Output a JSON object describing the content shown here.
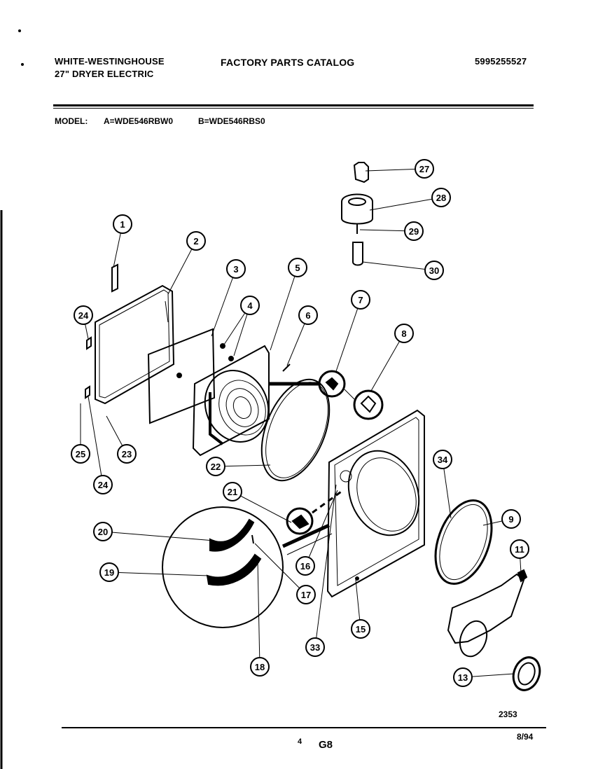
{
  "header": {
    "manufacturer": "WHITE-WESTINGHOUSE",
    "product": "27\" DRYER ELECTRIC",
    "catalog_title": "FACTORY PARTS CATALOG",
    "catalog_number": "5995255527"
  },
  "model": {
    "label": "MODEL:",
    "a": "A=WDE546RBW0",
    "b": "B=WDE546RBS0"
  },
  "callouts": [
    "1",
    "2",
    "3",
    "4",
    "5",
    "6",
    "7",
    "8",
    "9",
    "11",
    "13",
    "15",
    "16",
    "17",
    "18",
    "19",
    "20",
    "21",
    "22",
    "23",
    "24",
    "24",
    "25",
    "27",
    "28",
    "29",
    "30",
    "33",
    "34"
  ],
  "footer": {
    "diagram_code": "2353",
    "page": "4",
    "section": "G8",
    "date": "8/94"
  }
}
